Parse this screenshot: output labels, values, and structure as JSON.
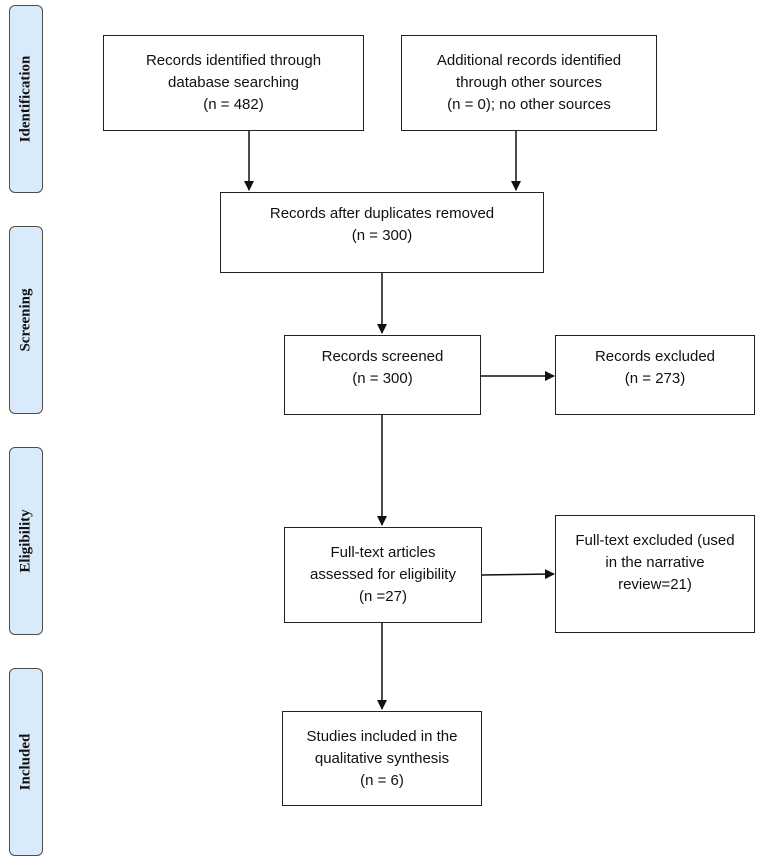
{
  "phases": {
    "identification": "Identification",
    "screening": "Screening",
    "eligibility": "Eligibility",
    "included": "Included"
  },
  "boxes": {
    "database_records": {
      "line1": "Records identified through",
      "line2": "database searching",
      "line3": "(n = 482)"
    },
    "other_sources": {
      "line1": "Additional records identified",
      "line2": "through other sources",
      "line3": "(n = 0); no other sources"
    },
    "duplicates_removed": {
      "line1": "Records after duplicates removed",
      "line2": "(n = 300)"
    },
    "screened": {
      "line1": "Records screened",
      "line2": "(n = 300)"
    },
    "excluded": {
      "line1": "Records excluded",
      "line2": "(n = 273)"
    },
    "full_text_assessed": {
      "line1": "Full-text articles",
      "line2": "assessed for eligibility",
      "line3": "(n =27)"
    },
    "full_text_excluded": {
      "line1": "Full-text excluded (used",
      "line2": "in the narrative",
      "line3": "review=21)"
    },
    "included_studies": {
      "line1": "Studies included in the",
      "line2": "qualitative synthesis",
      "line3": "(n = 6)"
    }
  }
}
